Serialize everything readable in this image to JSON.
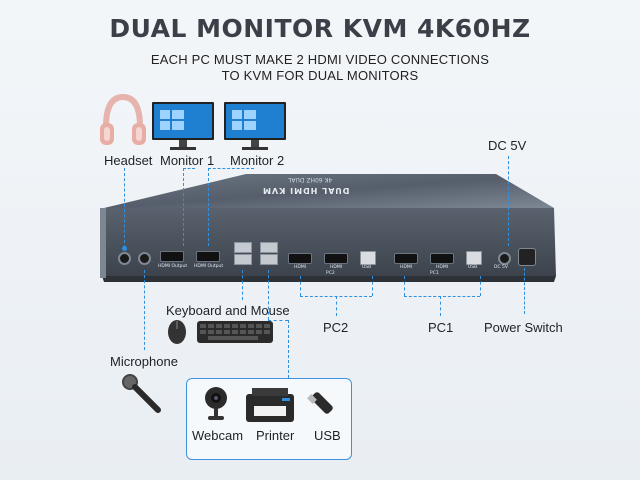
{
  "title": "DUAL MONITOR KVM 4K60HZ",
  "subtitle_line1": "EACH PC MUST MAKE 2 HDMI VIDEO CONNECTIONS",
  "subtitle_line2": "TO KVM FOR DUAL MONITORS",
  "device_top_text": "DUAL HDMI KVM",
  "device_top_sub": "4K 60HZ DUAL",
  "labels": {
    "headset": "Headset",
    "monitor1": "Monitor 1",
    "monitor2": "Monitor 2",
    "dc5v": "DC 5V",
    "keyboard_mouse": "Keyboard and Mouse",
    "pc2": "PC2",
    "pc1": "PC1",
    "power_switch": "Power Switch",
    "microphone": "Microphone",
    "webcam": "Webcam",
    "printer": "Printer",
    "usb": "USB"
  },
  "ports": {
    "hdmi_output": "HDMI Output",
    "hdmi": "HDMI",
    "usb": "USB",
    "pc2": "PC2",
    "pc1": "PC1",
    "dc5v": "DC 5V"
  },
  "colors": {
    "accent": "#2f8fe0",
    "device": "#5d6673",
    "title": "#3b4048"
  }
}
